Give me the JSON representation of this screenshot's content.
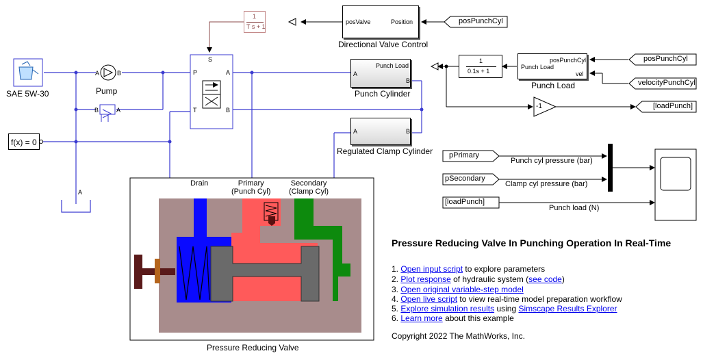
{
  "blocks": {
    "fluid": "SAE 5W-30",
    "pump": "Pump",
    "solver": "f(x) = 0",
    "tf1_num": "1",
    "tf1_den": "T s + 1",
    "dvc_name": "Directional Valve Control",
    "dvc_in": "posValve",
    "dvc_out": "Position",
    "punch_cyl_name": "Punch Cylinder",
    "punch_cyl_in": "Punch Load",
    "clamp_cyl_name": "Regulated Clamp Cylinder",
    "tf2_num": "1",
    "tf2_den": "0.1s + 1",
    "punch_load_name": "Punch Load",
    "punch_load_in1": "posPunchCyl",
    "punch_load_in2": "vel",
    "punch_load_out": "Punch Load",
    "gain": "-1",
    "prv_name": "Pressure Reducing Valve",
    "prv_drain": "Drain",
    "prv_primary": "Primary\n(Punch Cyl)",
    "prv_secondary": "Secondary\n(Clamp Cyl)",
    "port_a": "A",
    "port_b": "B",
    "port_p": "P",
    "port_t": "T",
    "port_s": "S"
  },
  "tags": {
    "pos_punch_cyl_1": "posPunchCyl",
    "pos_punch_cyl_2": "posPunchCyl",
    "velocity_punch_cyl": "velocityPunchCyl",
    "load_punch_goto": "[loadPunch]",
    "load_punch_from": "[loadPunch]",
    "p_primary": "pPrimary",
    "p_secondary": "pSecondary"
  },
  "signals": {
    "punch_pressure": "Punch cyl pressure (bar)",
    "clamp_pressure": "Clamp cyl pressure (bar)",
    "punch_load": "Punch load (N)"
  },
  "doc": {
    "title": "Pressure Reducing Valve In Punching Operation In Real-Time",
    "l1_num": "1.",
    "l1_link": "Open input script",
    "l1_rest": "to explore parameters",
    "l2_num": "2.",
    "l2_link": "Plot response",
    "l2_mid": "of hydraulic system (",
    "l2_link2": "see code",
    "l2_end": ")",
    "l3_num": "3.",
    "l3_link": "Open original variable-step model",
    "l4_num": "4.",
    "l4_link": "Open live script",
    "l4_rest": "to view real-time model preparation workflow",
    "l5_num": "5.",
    "l5_link": "Explore simulation results",
    "l5_mid": "using",
    "l5_link2": "Simscape Results Explorer",
    "l6_num": "6.",
    "l6_link": "Learn more",
    "l6_rest": "about this example",
    "copyright": "Copyright 2022 The MathWorks, Inc."
  },
  "colors": {
    "hydraulic_line": "#3a3ad0",
    "signal_line": "#000000",
    "prv_body": "#a88c8c",
    "drain": "#0a0aff",
    "primary": "#ff5a5a",
    "secondary": "#0d8a0d",
    "spool": "#6a6a6a",
    "link": "#0000ee"
  }
}
